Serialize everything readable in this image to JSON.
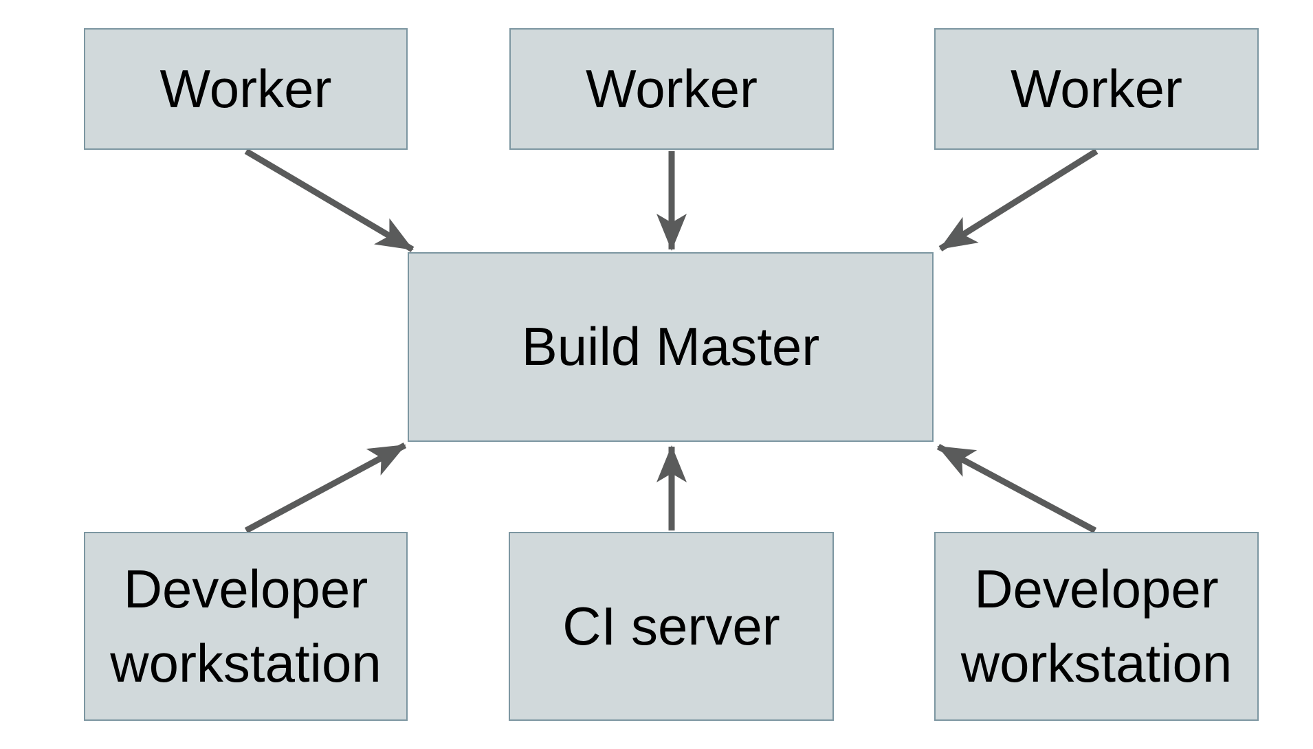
{
  "diagram": {
    "colors": {
      "background": "#ffffff",
      "node_fill": "#d1d9db",
      "node_border": "#7c96a1",
      "arrow": "#5a5b5b",
      "text": "#000000"
    },
    "nodes": [
      {
        "id": "worker-1",
        "label": "Worker"
      },
      {
        "id": "worker-2",
        "label": "Worker"
      },
      {
        "id": "worker-3",
        "label": "Worker"
      },
      {
        "id": "build-master",
        "label": "Build Master"
      },
      {
        "id": "dev-workstation-1",
        "label": "Developer workstation"
      },
      {
        "id": "ci-server",
        "label": "CI server"
      },
      {
        "id": "dev-workstation-2",
        "label": "Developer workstation"
      }
    ],
    "edges": [
      {
        "from": "worker-1",
        "to": "build-master"
      },
      {
        "from": "worker-2",
        "to": "build-master"
      },
      {
        "from": "worker-3",
        "to": "build-master"
      },
      {
        "from": "dev-workstation-1",
        "to": "build-master"
      },
      {
        "from": "ci-server",
        "to": "build-master"
      },
      {
        "from": "dev-workstation-2",
        "to": "build-master"
      }
    ]
  }
}
